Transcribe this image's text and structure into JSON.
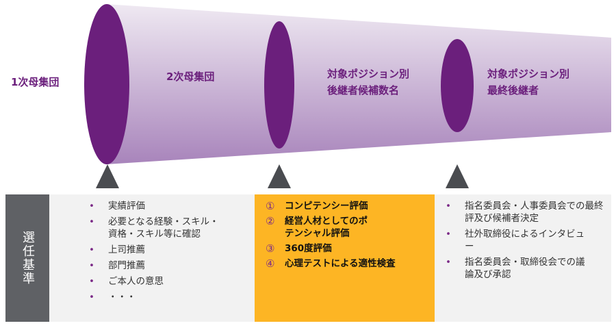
{
  "funnel": {
    "stages": [
      "1次母集団",
      "2次母集団",
      "対象ポジション別\n後継者候補数名",
      "対象ポジション別\n最終後継者"
    ],
    "colors": {
      "ellipse": "#6b1f7c",
      "funnel_top": "#ebe4ef",
      "funnel_bottom": "#b08dc0",
      "arrow": "#4a4c50"
    }
  },
  "criteria": {
    "label": "選任基準",
    "col1": [
      "実績評価",
      "必要となる経験・スキル・資格・スキル等に確認",
      "上司推薦",
      "部門推薦",
      "ご本人の意思",
      "・・・"
    ],
    "col2": [
      {
        "num": "①",
        "text": "コンピテンシー評価"
      },
      {
        "num": "②",
        "text": "経営人材としてのポテンシャル評価"
      },
      {
        "num": "③",
        "text": "360度評価"
      },
      {
        "num": "④",
        "text": "心理テストによる適性検査"
      }
    ],
    "col3": [
      "指名委員会・人事委員会での最終評及び候補者決定",
      "社外取締役によるインタビュー",
      "指名委員会・取締役会での議論及び承認"
    ]
  }
}
